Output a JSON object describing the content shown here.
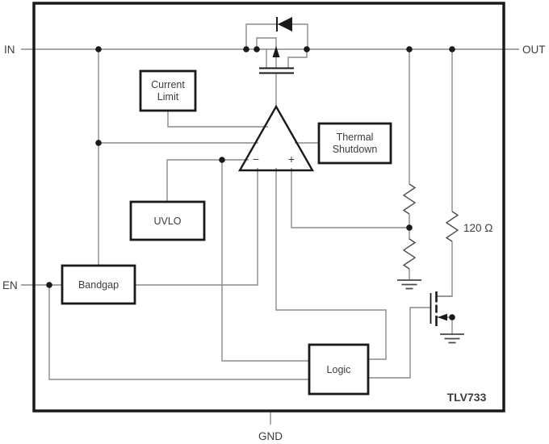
{
  "diagram": {
    "part_number": "TLV733",
    "pins": {
      "in": "IN",
      "out": "OUT",
      "en": "EN",
      "gnd": "GND"
    },
    "blocks": {
      "current_limit": {
        "line1": "Current",
        "line2": "Limit"
      },
      "thermal_shutdown": {
        "line1": "Thermal",
        "line2": "Shutdown"
      },
      "uvlo": {
        "label": "UVLO"
      },
      "bandgap": {
        "label": "Bandgap"
      },
      "logic": {
        "label": "Logic"
      }
    },
    "error_amp": {
      "minus": "−",
      "plus": "+"
    },
    "resistor_label": "120 Ω",
    "colors": {
      "wire": "#8a8a8a",
      "ink": "#1a1a1a",
      "text": "#3c3c3c"
    }
  }
}
